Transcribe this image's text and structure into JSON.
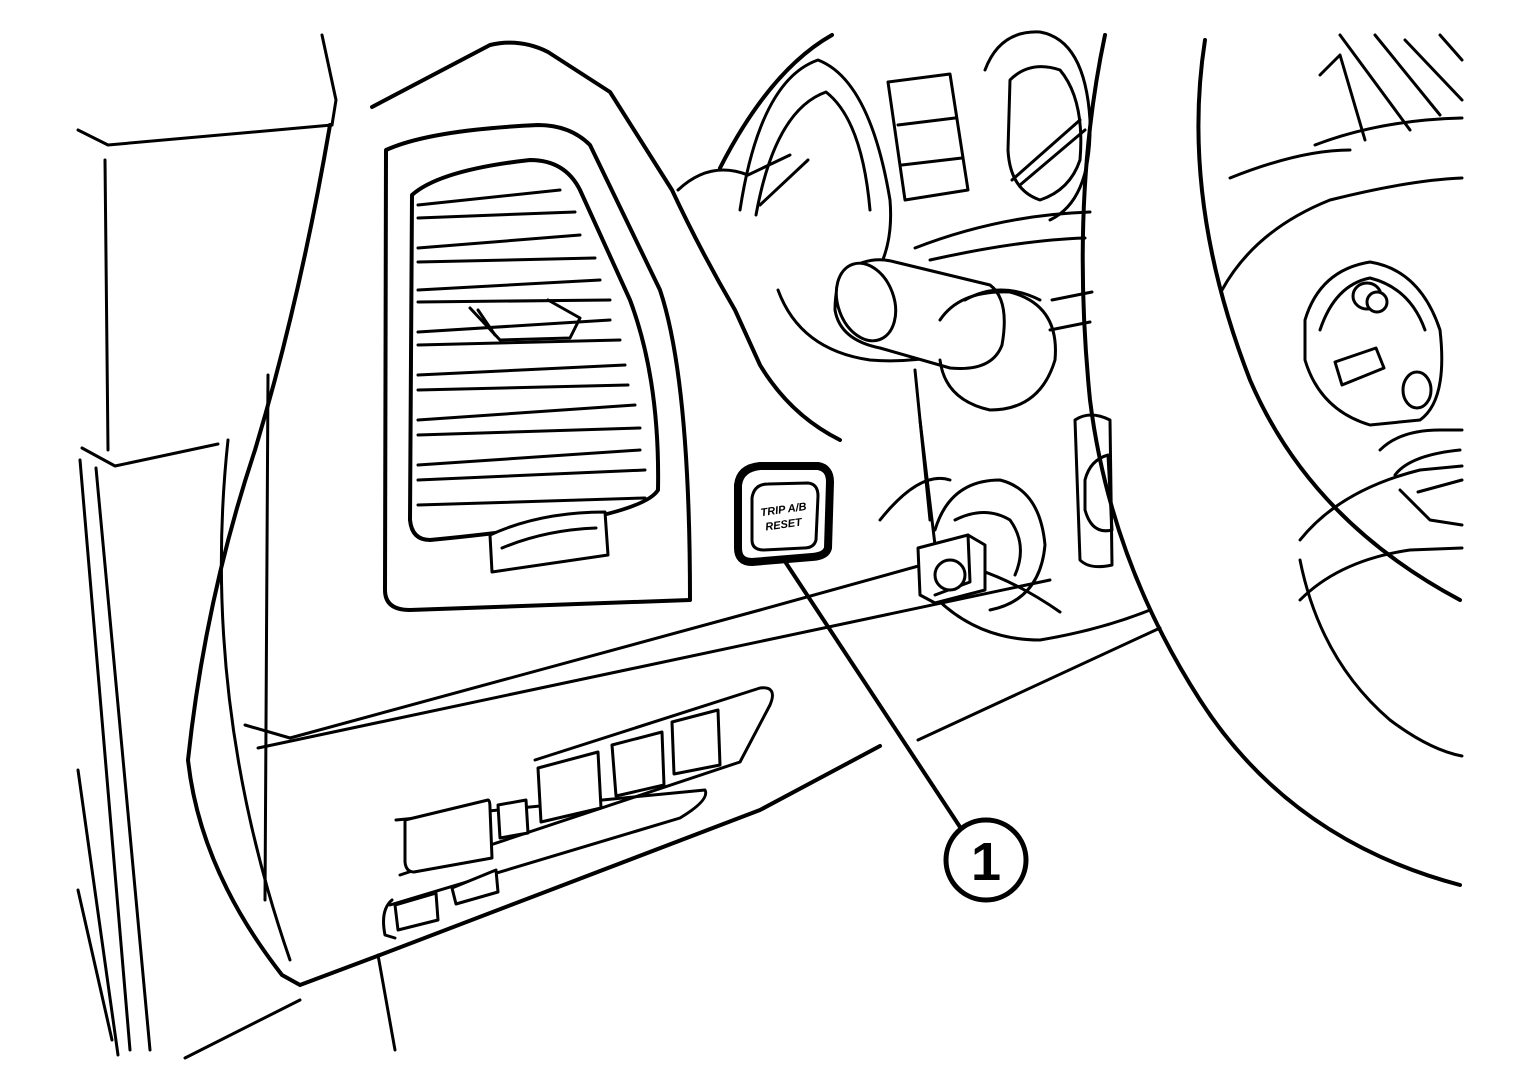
{
  "button": {
    "label_line1": "TRIP A/B",
    "label_line2": "RESET"
  },
  "callout": {
    "number": "1"
  }
}
